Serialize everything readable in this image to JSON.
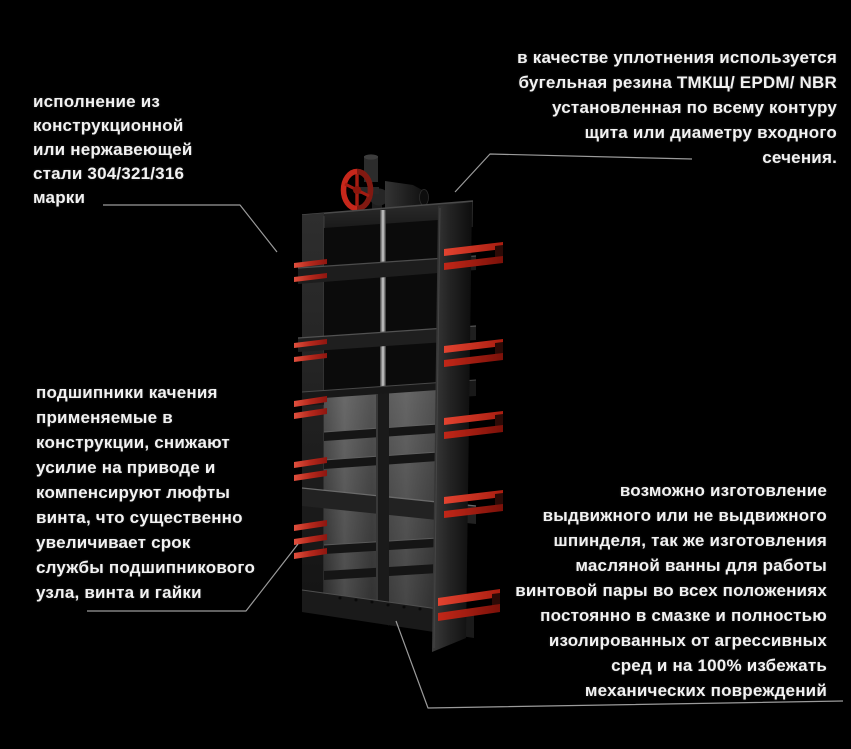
{
  "background": "#000000",
  "colors": {
    "accent_red": "#c6271b",
    "clamp_red_bright": "#d83424",
    "clamp_red_dark": "#9c1a10",
    "frame_gray": "#1f1f1f",
    "leader_line": "#a8a8a8",
    "text": "#f2f2f2"
  },
  "product": {
    "name": "gate-valve-3d-render",
    "description_icon": "handwheel-icon"
  },
  "annotations": {
    "material": {
      "text": "исполнение из\nконструкционной\nили нержавеющей\nстали 304/321/316\nмарки"
    },
    "seal": {
      "text": "в качестве уплотнения используется\nбугельная резина ТМКЩ/ EPDM/ NBR\nустановленная по всему контуру\nщита или диаметру входного\nсечения."
    },
    "bearings": {
      "text": "подшипники качения\nприменяемые в\nконструкции, снижают\nусилие на приводе и\nкомпенсируют люфты\nвинта, что существенно\nувеличивает срок\nслужбы подшипникового\nузла, винта и гайки"
    },
    "spindle": {
      "text": "возможно изготовление\nвыдвижного или не выдвижного\nшпинделя, так же изготовления\nмасляной ванны для работы\nвинтовой пары во всех положениях\nпостоянно в смазке и полностью\nизолированных от агрессивных\nсред и на 100% избежать\nмеханических повреждений"
    }
  }
}
